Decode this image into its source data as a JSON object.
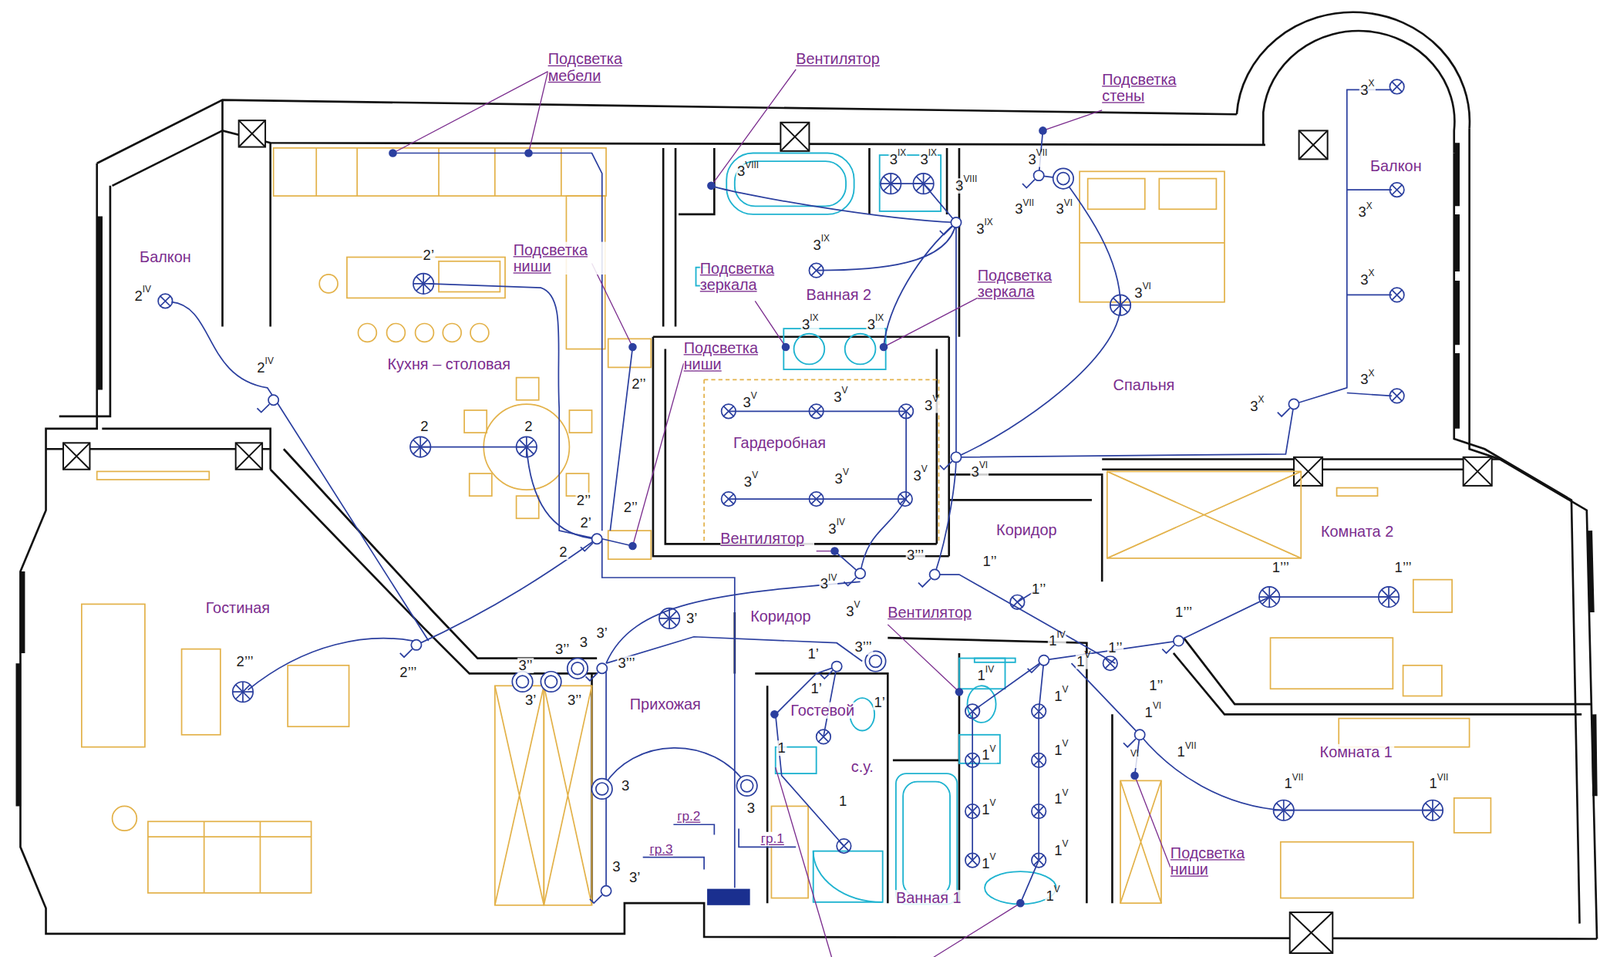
{
  "diagram": {
    "labels": [
      "Подсветка мебели",
      "Вентилятор",
      "Подсветка стены",
      "Подсветка ниши",
      "Подсветка зеркала",
      "Подсветка зеркала",
      "Подсветка ниши",
      "Вентилятор",
      "Вентилятор",
      "Подсветка ниши",
      "Балкон",
      "Кухня – столовая",
      "Ванная 2",
      "Спальня",
      "Балкон",
      "Гардеробная",
      "Коридор",
      "Комната 2",
      "Гостиная",
      "Коридор",
      "Прихожая",
      "Гостевой",
      "с.у.",
      "Комната 1",
      "Ванная 1",
      "гр.2",
      "гр.3",
      "гр.1",
      "2IV",
      "2IV",
      "2’",
      "2",
      "2",
      "2’’",
      "2’’",
      "2’’",
      "2’",
      "2",
      "2’’’",
      "2’’’",
      "3VIII",
      "3IX",
      "3IX",
      "3VIII",
      "3IX",
      "3IX",
      "3IX",
      "3IX",
      "3VII",
      "3VII",
      "3VI",
      "3VI",
      "3X",
      "3X",
      "3X",
      "3X",
      "3X",
      "3V",
      "3V",
      "3V",
      "3V",
      "3V",
      "3V",
      "3VI",
      "3IV",
      "3IV",
      "3V",
      "3’’’",
      "1’’",
      "1’’",
      "1’’",
      "1’’’",
      "1’’’",
      "1’’’",
      "3’",
      "3’",
      "3",
      "3’’",
      "3’’’",
      "3’’",
      "3’",
      "3’’",
      "1’",
      "3’’’",
      "1’",
      "1’",
      "1IV",
      "1V",
      "1IV",
      "1V",
      "1V",
      "1V",
      "1V",
      "1V",
      "1V",
      "1V",
      "1V",
      "1’’",
      "1VI",
      "1VII",
      "VI",
      "1VII",
      "1VII",
      "3",
      "3",
      "1",
      "1",
      "3",
      "3’"
    ]
  }
}
